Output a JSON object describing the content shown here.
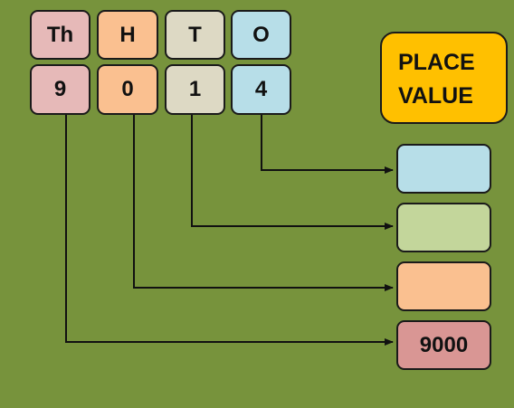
{
  "headers": {
    "thousands": "Th",
    "hundreds": "H",
    "tens": "T",
    "ones": "O"
  },
  "digits": {
    "thousands": "9",
    "hundreds": "0",
    "tens": "1",
    "ones": "4"
  },
  "place_value_label": {
    "line1": "PLACE",
    "line2": "VALUE"
  },
  "results": {
    "ones": "",
    "tens": "",
    "hundreds": "",
    "thousands": "9000"
  },
  "colors": {
    "background": "#77933c",
    "thousands": "#e6b9b8",
    "hundreds": "#fac090",
    "tens": "#ddd9c4",
    "ones": "#b7dee8",
    "place_value": "#ffc000",
    "result_tens": "#c3d69b",
    "result_thousands": "#d99694"
  }
}
